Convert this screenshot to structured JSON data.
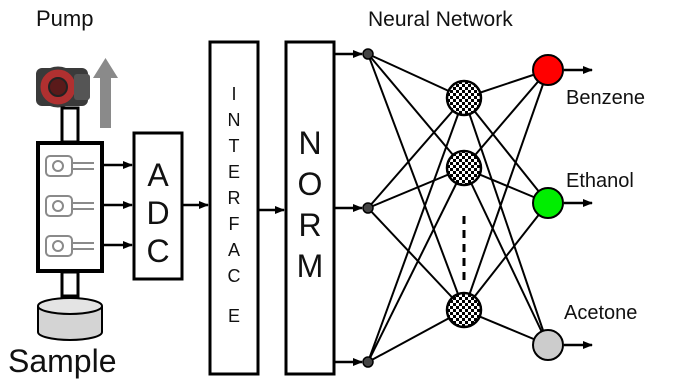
{
  "labels": {
    "pump": "Pump",
    "sample": "Sample",
    "neural_network": "Neural Network"
  },
  "adc": {
    "letters": [
      "A",
      "D",
      "C"
    ]
  },
  "interface": {
    "letters": [
      "I",
      "N",
      "T",
      "E",
      "R",
      "F",
      "A",
      "C",
      "E"
    ]
  },
  "norm": {
    "letters": [
      "N",
      "O",
      "R",
      "M"
    ]
  },
  "outputs": [
    {
      "label": "Benzene",
      "color": "#ff0000"
    },
    {
      "label": "Ethanol",
      "color": "#00ee00"
    },
    {
      "label": "Acetone",
      "color": "#cccccc"
    }
  ],
  "colors": {
    "stroke": "#000000",
    "pump_body": "#b03030",
    "pump_dark": "#3a3a3a",
    "pump_arrow": "#8a8a8a",
    "sample_fill": "#d4d4d4",
    "hidden_check_a": "#000000",
    "hidden_check_b": "#ffffff"
  },
  "icons": {
    "pump": "pump-icon",
    "flow_arrow": "flow-up-arrow-icon",
    "sensor": "gas-sensor-icon",
    "sample": "sample-container-icon"
  }
}
